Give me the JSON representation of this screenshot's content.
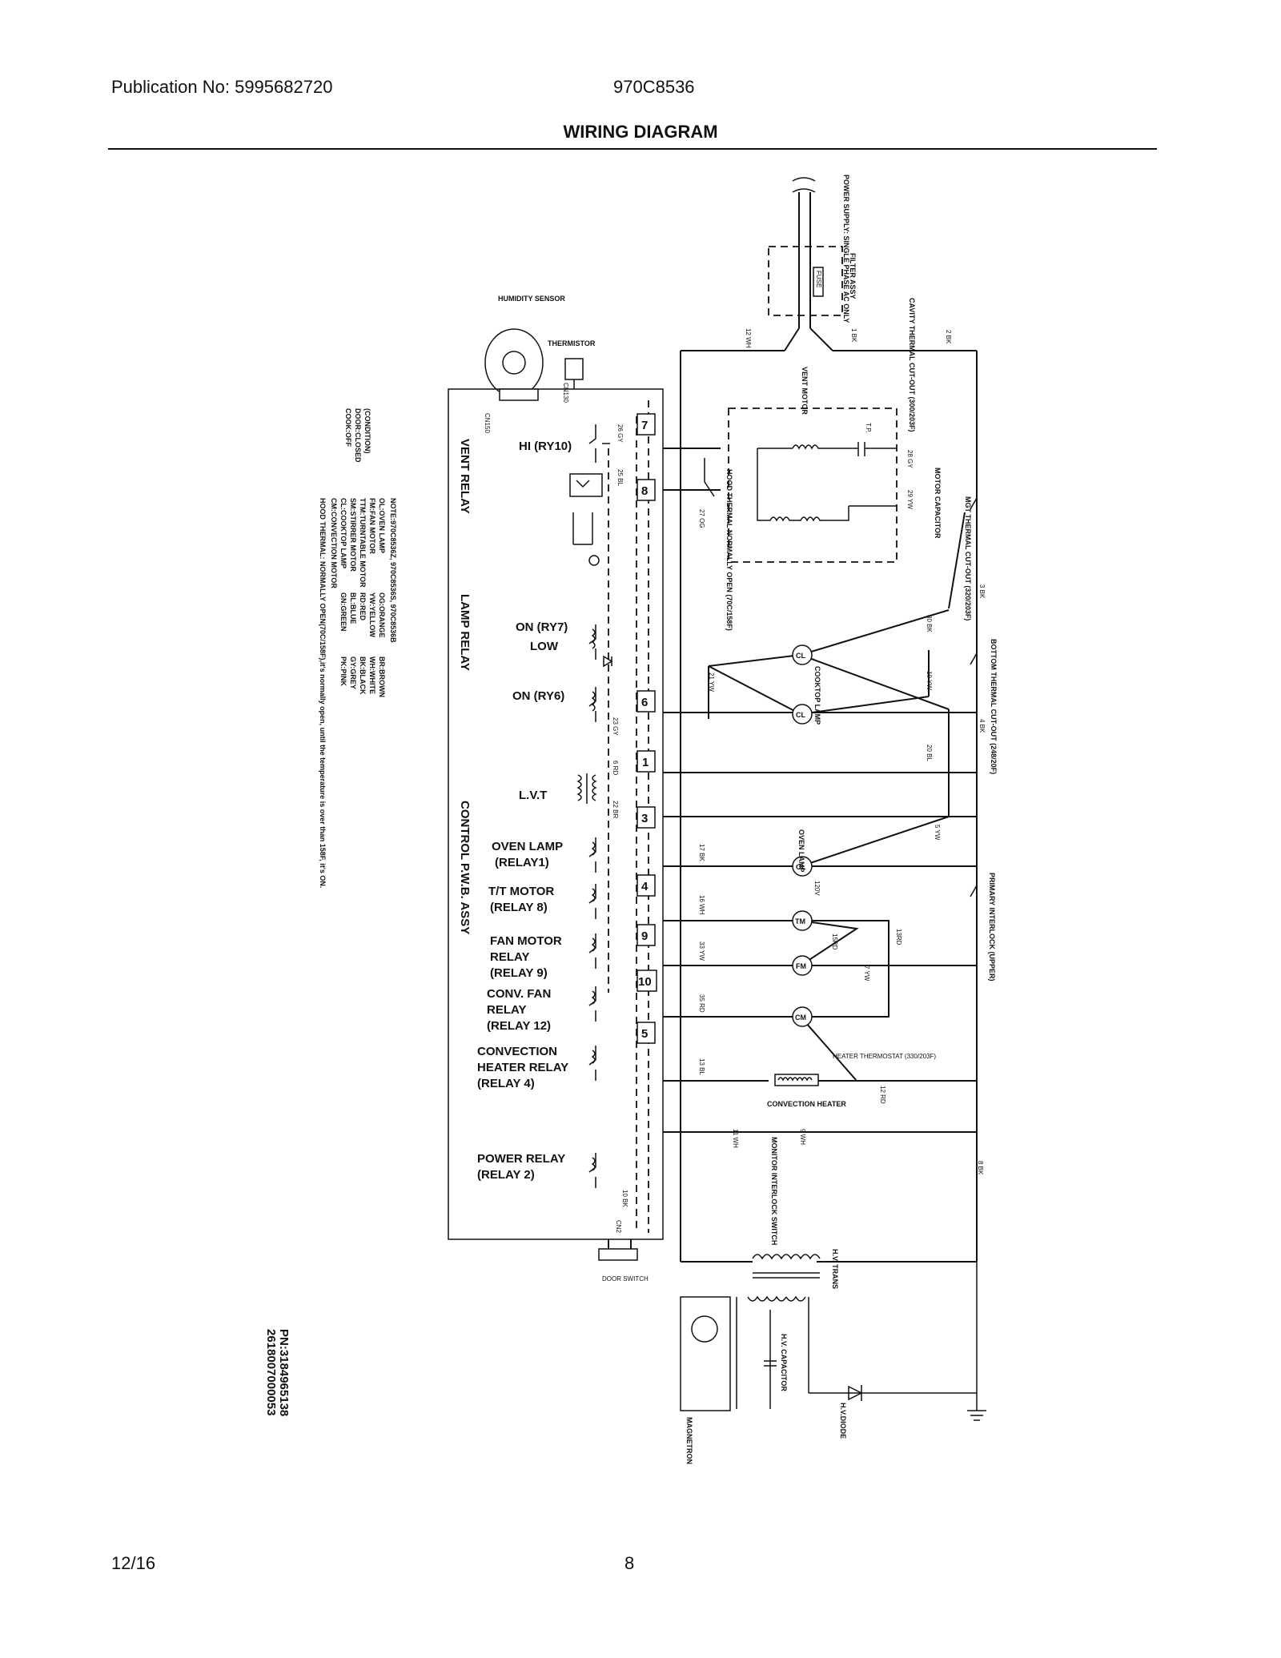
{
  "header": {
    "publication": "Publication No: 5995682720",
    "model": "970C8536",
    "title": "WIRING DIAGRAM"
  },
  "footer": {
    "date": "12/16",
    "page": "8"
  },
  "diagram": {
    "power_supply": "POWER SUPPLY: SINGLE PHASE AC ONLY",
    "filter_assy": "FILTER ASSY",
    "fuse": "FUSE",
    "cavity_thermal": "CAVITY THERMAL CUT-OUT (300/203F)",
    "mgt_thermal": "MGT THERMAL CUT-OUT (320/203F)",
    "bottom_thermal": "BOTTOM THERMAL CUT-OUT (248/20F)",
    "primary_interlock": "PRIMARY INTERLOCK (UPPER)",
    "humidity_sensor": "HUMIDITY SENSOR",
    "thermistor": "THERMISTOR",
    "cn150": "CN150",
    "cn130": "CN130",
    "vent_motor": "VENT MOTOR",
    "motor_capacitor": "MOTOR CAPACITOR",
    "hood_thermal": "HOOD THERMAL NORMALLY OPEN (70C/158F)",
    "tp": "T.P.",
    "cooktop_lamp": "COOKTOP LAMP",
    "oven_lamp": "OVEN LAMP",
    "heater_thermostat": "HEATER THERMOSTAT (330/203F)",
    "convection_heater": "CONVECTION HEATER",
    "monitor_switch": "MONITOR INTERLOCK SWITCH",
    "hv_trans": "H.V. TRANS",
    "hv_capacitor": "H.V. CAPACITOR",
    "hv_diode": "H.V.DIODE",
    "magnetron": "MAGNETRON",
    "door_switch": "DOOR SWITCH",
    "cn2": "CN2",
    "control_pwb": "CONTROL P.W.B. ASSY",
    "vent_relay": "VENT RELAY",
    "lamp_relay": "LAMP RELAY",
    "hi_ry10": "HI (RY10)",
    "on_ry7": "ON (RY7)",
    "low": "LOW",
    "on_ry6": "ON (RY6)",
    "lvt": "L.V.T",
    "oven_lamp_relay": [
      "OVEN LAMP",
      "(RELAY1)"
    ],
    "tt_motor_relay": [
      "T/T MOTOR",
      "(RELAY 8)"
    ],
    "fan_motor_relay": [
      "FAN MOTOR",
      "RELAY",
      "(RELAY 9)"
    ],
    "conv_fan_relay": [
      "CONV. FAN",
      "RELAY",
      "(RELAY 12)"
    ],
    "conv_heater_relay": [
      "CONVECTION",
      "HEATER RELAY",
      "(RELAY 4)"
    ],
    "power_relay": [
      "POWER RELAY",
      "(RELAY 2)"
    ],
    "connectors": [
      "7",
      "8",
      "6",
      "1",
      "3",
      "4",
      "9",
      "10",
      "5"
    ],
    "symbols": {
      "CL": "CL",
      "OL": "OL",
      "TM": "TM",
      "FM": "FM",
      "CM": "CM"
    },
    "wire_labels": [
      "12 WH",
      "1 BK",
      "2 BK",
      "3 BK",
      "4 BK",
      "26 GY",
      "25 BL",
      "27 OG",
      "28 GY",
      "29 YW",
      "30 BK",
      "19 YW",
      "21 YW",
      "20 BL",
      "23 GY",
      "6 RD",
      "22 BR",
      "17 BK",
      "16 WH",
      "33 YW",
      "35 RD",
      "13 BL",
      "11 WH",
      "9 WH",
      "10 BK",
      "8 BK",
      "12 RD",
      "5 YW",
      "7 YW",
      "15RD",
      "13RD",
      "120V"
    ],
    "note_title": "NOTE:970C8536Z, 970C8536S, 970C8536B",
    "legend_symbols": [
      "OL:OVEN LAMP",
      "FM:FAN MOTOR",
      "TTM:TURNTABLE MOTOR",
      "SM:STIRRER MOTOR",
      "CL:COOKTOP LAMP",
      "CM:CONVECTION MOTOR"
    ],
    "legend_colors_a": [
      "OG:ORANGE",
      "YW:YELLOW",
      "RD:RED",
      "BL:BLUE",
      "GN:GREEN"
    ],
    "legend_colors_b": [
      "BR:BROWN",
      "WH:WHITE",
      "BK:BLACK",
      "GY:GREY",
      "PK:PINK"
    ],
    "condition": [
      "(CONDITION)",
      "DOOR:CLOSED",
      "COOK:OFF"
    ],
    "hood_note": "HOOD THERMAL: NORMALLY OPEN(70C/158F),it's normally open, until the temperature is over than 158F, it's ON.",
    "pn": "PN:3184965138",
    "pn2": "2618007000053"
  }
}
